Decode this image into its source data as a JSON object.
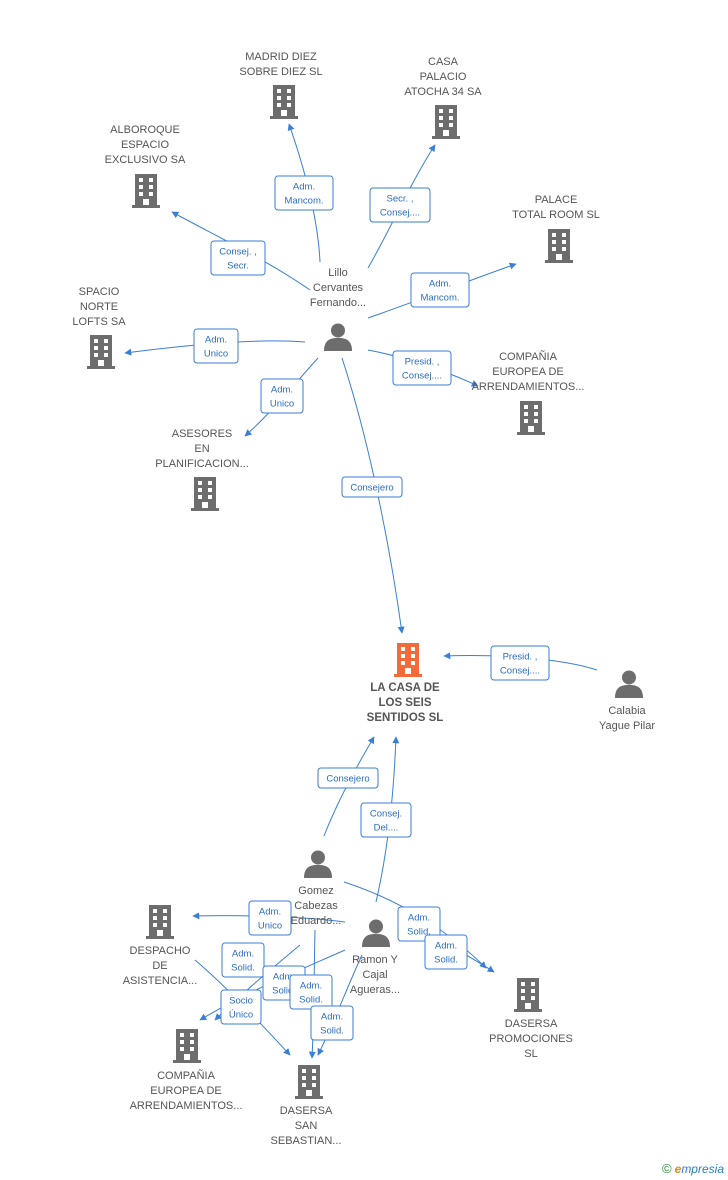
{
  "colors": {
    "accent": "#3a7fd5",
    "icon": "#6d6d6d",
    "main": "#f26b38",
    "text": "#555555"
  },
  "companies": [
    {
      "id": "madrid",
      "icon": "building-icon",
      "lines": [
        "MADRID DIEZ",
        "SOBRE DIEZ SL"
      ]
    },
    {
      "id": "casa_palacio",
      "icon": "building-icon",
      "lines": [
        "CASA",
        "PALACIO",
        "ATOCHA 34 SA"
      ]
    },
    {
      "id": "alboroque",
      "icon": "building-icon",
      "lines": [
        "ALBOROQUE",
        "ESPACIO",
        "EXCLUSIVO SA"
      ]
    },
    {
      "id": "palace",
      "icon": "building-icon",
      "lines": [
        "PALACE",
        "TOTAL ROOM SL"
      ]
    },
    {
      "id": "spacio",
      "icon": "building-icon",
      "lines": [
        "SPACIO",
        "NORTE",
        "LOFTS SA"
      ]
    },
    {
      "id": "compania1",
      "icon": "building-icon",
      "lines": [
        "COMPAÑIA",
        "EUROPEA DE",
        "ARRENDAMIENTOS..."
      ]
    },
    {
      "id": "asesores",
      "icon": "building-icon",
      "lines": [
        "ASESORES",
        "EN",
        "PLANIFICACION..."
      ]
    },
    {
      "id": "main",
      "icon": "building-icon",
      "main": true,
      "lines": [
        "LA CASA DE",
        "LOS SEIS",
        "SENTIDOS SL"
      ]
    },
    {
      "id": "despacho",
      "icon": "building-icon",
      "lines": [
        "DESPACHO",
        "DE",
        "ASISTENCIA..."
      ]
    },
    {
      "id": "dasersa_promo",
      "icon": "building-icon",
      "lines": [
        "DASERSA",
        "PROMOCIONES",
        "SL"
      ]
    },
    {
      "id": "compania2",
      "icon": "building-icon",
      "lines": [
        "COMPAÑIA",
        "EUROPEA DE",
        "ARRENDAMIENTOS..."
      ]
    },
    {
      "id": "dasersa_san",
      "icon": "building-icon",
      "lines": [
        "DASERSA",
        "SAN",
        "SEBASTIAN..."
      ]
    }
  ],
  "people": [
    {
      "id": "lillo",
      "icon": "person-icon",
      "lines": [
        "Lillo",
        "Cervantes",
        "Fernando..."
      ]
    },
    {
      "id": "calabia",
      "icon": "person-icon",
      "lines": [
        "Calabia",
        "Yague Pilar"
      ]
    },
    {
      "id": "gomez",
      "icon": "person-icon",
      "lines": [
        "Gomez",
        "Cabezas",
        "Eduardo..."
      ]
    },
    {
      "id": "ramon",
      "icon": "person-icon",
      "lines": [
        "Ramon Y",
        "Cajal",
        "Agueras..."
      ]
    }
  ],
  "edges": [
    {
      "id": "e1",
      "lines": [
        "Adm.",
        "Mancom."
      ]
    },
    {
      "id": "e2",
      "lines": [
        "Secr. ,",
        "Consej...."
      ]
    },
    {
      "id": "e3",
      "lines": [
        "Consej. ,",
        "Secr."
      ]
    },
    {
      "id": "e4",
      "lines": [
        "Adm.",
        "Mancom."
      ]
    },
    {
      "id": "e5",
      "lines": [
        "Adm.",
        "Unico"
      ]
    },
    {
      "id": "e6",
      "lines": [
        "Presid. ,",
        "Consej...."
      ]
    },
    {
      "id": "e7",
      "lines": [
        "Adm.",
        "Unico"
      ]
    },
    {
      "id": "e8",
      "lines": [
        "Consejero"
      ]
    },
    {
      "id": "e9",
      "lines": [
        "Presid. ,",
        "Consej...."
      ]
    },
    {
      "id": "e10",
      "lines": [
        "Consejero"
      ]
    },
    {
      "id": "e11",
      "lines": [
        "Consej.",
        "Del...."
      ]
    },
    {
      "id": "e12",
      "lines": [
        "Adm.",
        "Unico"
      ]
    },
    {
      "id": "e13",
      "lines": [
        "Adm.",
        "Solid."
      ]
    },
    {
      "id": "e14",
      "lines": [
        "Adm.",
        "Solid."
      ]
    },
    {
      "id": "e15",
      "lines": [
        "Adm.",
        "Solid."
      ]
    },
    {
      "id": "e16",
      "lines": [
        "Adm.",
        "Solid."
      ]
    },
    {
      "id": "e17",
      "lines": [
        "Adm.",
        "Solid."
      ]
    },
    {
      "id": "e18",
      "lines": [
        "Socio",
        "Único"
      ]
    },
    {
      "id": "e19",
      "lines": [
        "Adm.",
        "Solid."
      ]
    }
  ],
  "footer": {
    "copyright": "©",
    "brand_initial": "e",
    "brand_rest": "mpresia"
  }
}
